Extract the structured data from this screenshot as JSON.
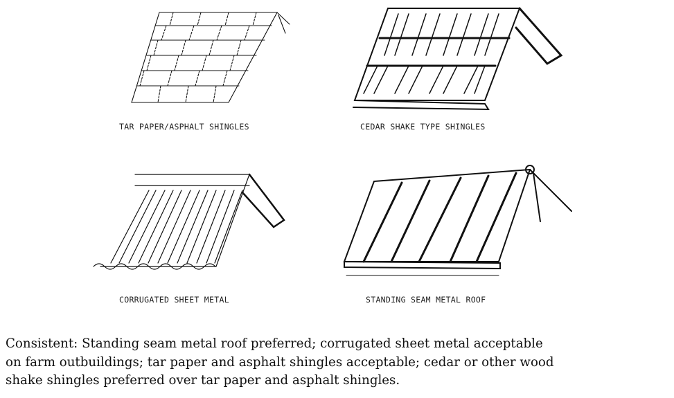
{
  "figures": [
    {
      "label": "TAR PAPER/ASPHALT SHINGLES"
    },
    {
      "label": "CEDAR SHAKE TYPE SHINGLES"
    },
    {
      "label": "CORRUGATED SHEET METAL"
    },
    {
      "label": "STANDING SEAM METAL ROOF"
    }
  ],
  "caption": {
    "lines": [
      "Consistent: Standing seam metal roof preferred; corrugated sheet metal acceptable",
      "on farm outbuildings; tar paper and asphalt shingles acceptable; cedar or other wood",
      "shake shingles preferred over tar paper and asphalt shingles."
    ]
  }
}
